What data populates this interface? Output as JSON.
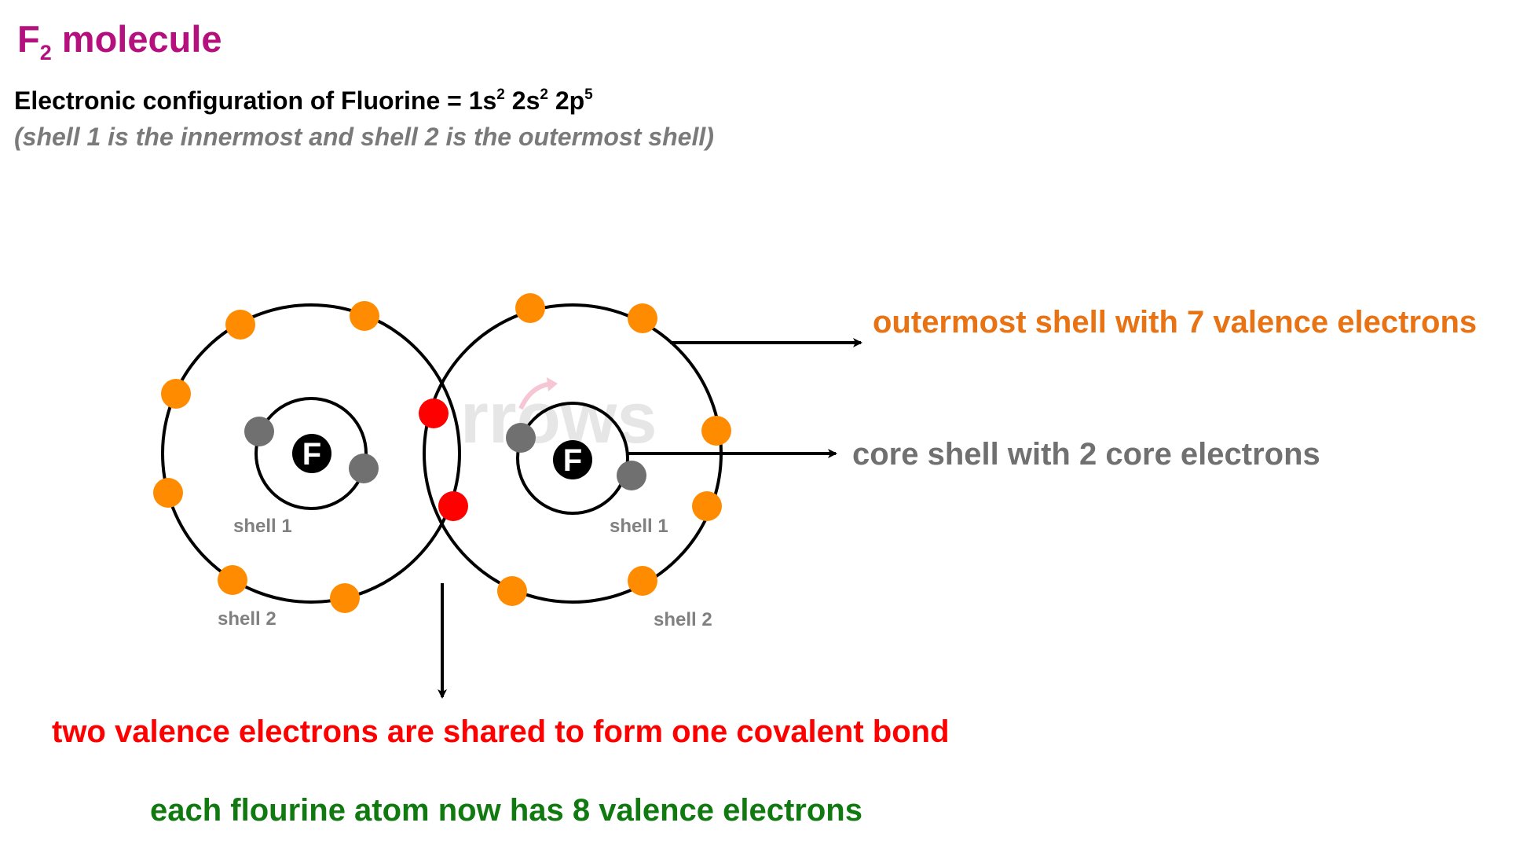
{
  "header": {
    "title_main": "F",
    "title_sub": "2",
    "title_rest": " molecule",
    "config_text": "Electronic configuration of Fluorine = 1s",
    "config_sup1": "2",
    "config_mid1": " 2s",
    "config_sup2": "2",
    "config_mid2": " 2p",
    "config_sup3": "5",
    "note": "(shell 1 is the innermost and shell 2 is the outermost shell)"
  },
  "annotations": {
    "outermost": "outermost shell with 7 valence electrons",
    "core": "core shell with 2 core electrons",
    "bond": "two valence electrons are shared to form one covalent bond",
    "eight": "each flourine atom now has 8 valence electrons"
  },
  "atoms": {
    "left": {
      "symbol": "F",
      "inner_label": "shell 1",
      "outer_label": "shell 2"
    },
    "right": {
      "symbol": "F",
      "inner_label": "shell 1",
      "outer_label": "shell 2"
    }
  },
  "watermark": "rrows",
  "colors": {
    "title": "#b5117e",
    "valence_electron": "#ff8c00",
    "core_electron": "#707070",
    "shared_electron": "#ff0000",
    "nucleus": "#000000",
    "outermost_label": "#e87314",
    "bond_label": "#ff0000",
    "eight_label": "#107a10"
  }
}
